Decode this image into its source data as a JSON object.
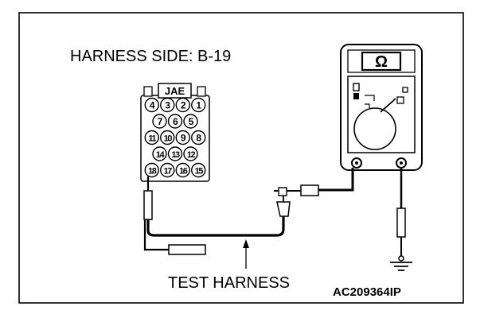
{
  "title": "HARNESS SIDE: B-19",
  "connector": {
    "label": "JAE",
    "rows": [
      [
        "4",
        "3",
        "2",
        "1"
      ],
      [
        "7",
        "6",
        "5"
      ],
      [
        "11",
        "10",
        "9",
        "8"
      ],
      [
        "14",
        "13",
        "12"
      ],
      [
        "18",
        "17",
        "16",
        "15"
      ]
    ]
  },
  "meter": {
    "symbol": "Ω"
  },
  "test_harness_label": "TEST HARNESS",
  "figure_code": "AC209364IP"
}
